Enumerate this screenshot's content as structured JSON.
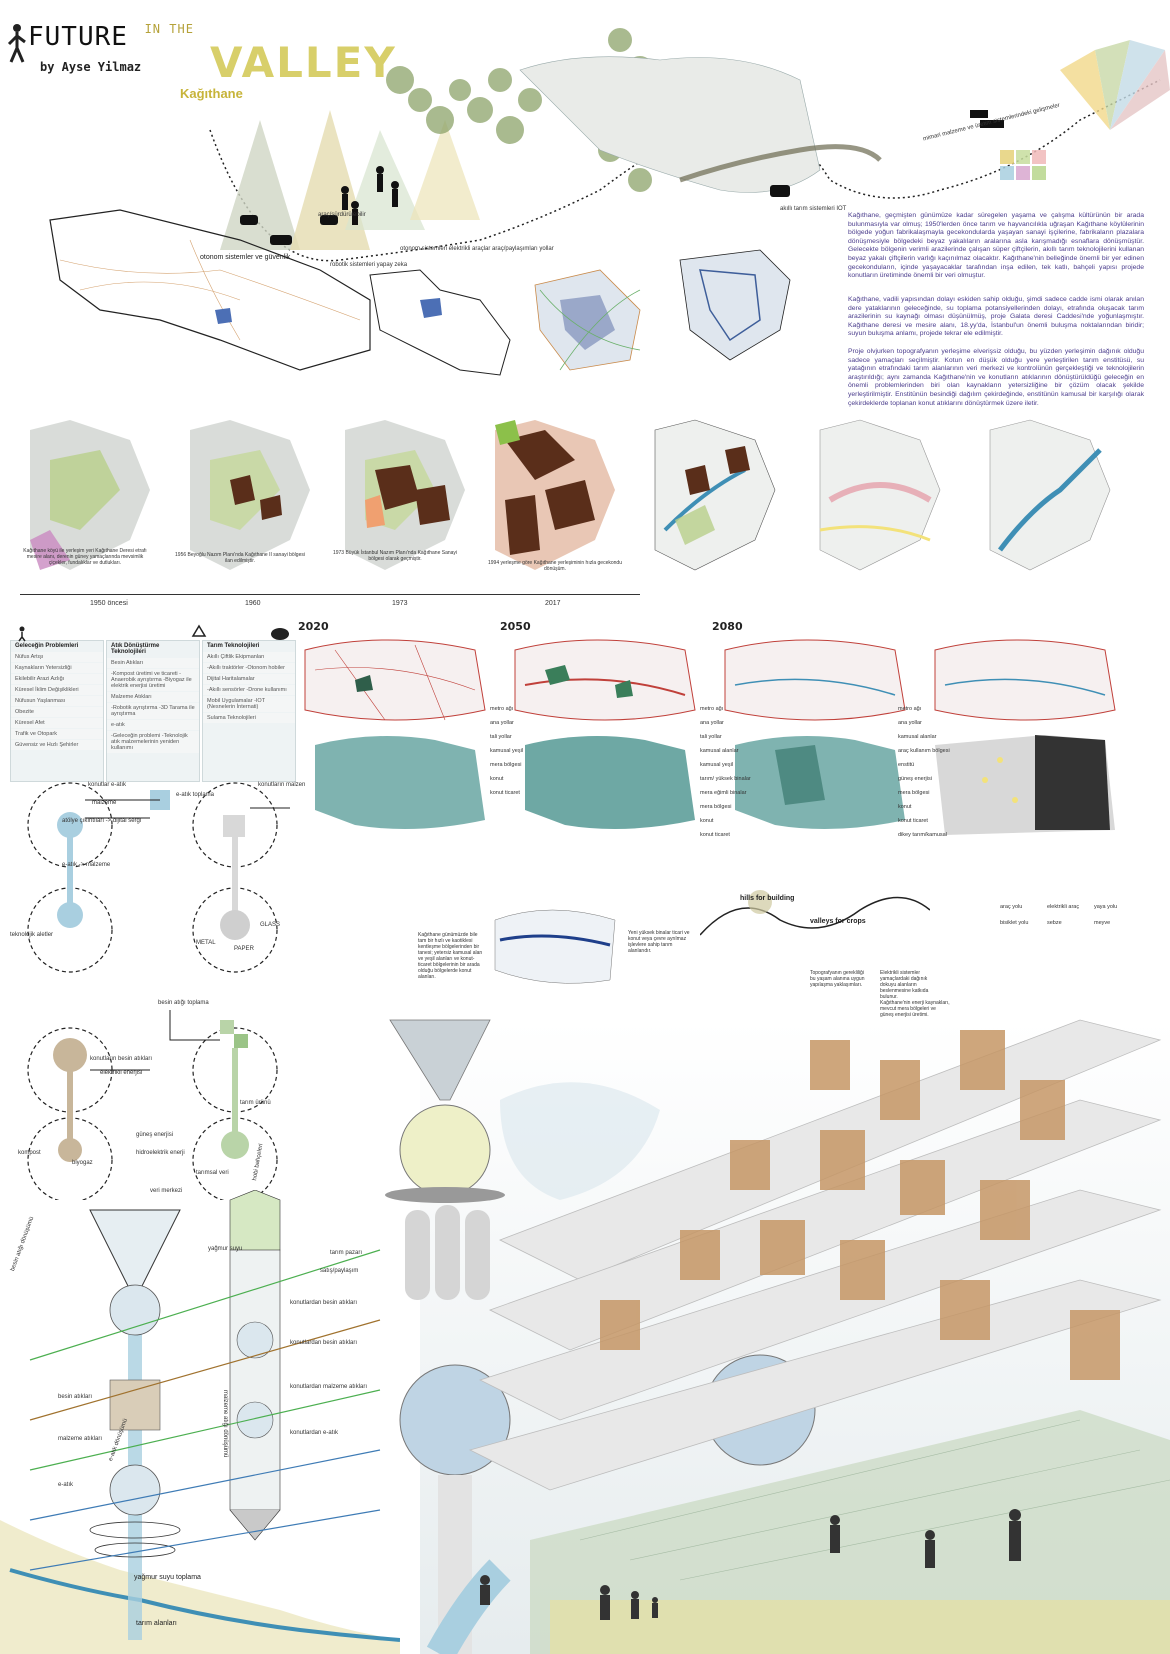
{
  "title": {
    "future": "FUTURE",
    "in_the": "IN THE",
    "valley": "VALLEY",
    "district": "Kağıthane",
    "author": "by Ayse Yilmaz"
  },
  "timeline_labels": [
    "otonom sistemler ve güvenlik",
    "araç/sürdürülebilir",
    "robotik sistemleri yapay zeka",
    "otonom sistemleri elektrikli araçlar araç/paylaşımları yollar",
    "akıllı tarım sistemleri IOT",
    "mimari malzeme ve üretim sistemlerindeki gelişmeler"
  ],
  "intro_text": [
    "Kağıthane, geçmişten günümüze kadar süregelen yaşama ve çalışma kültürünün bir arada bulunmasıyla var olmuş; 1950'lerden önce tarım ve hayvancılıkla uğraşan Kağıthane köylülerinin bölgede yoğun fabrikalaşmayla gecekondularda yaşayan sanayi işçilerine, fabrikaların plazalara dönüşmesiyle bölgedeki beyaz yakalıların aralarına asla karışmadığı esnaflara dönüşmüştür. Gelecekte bölgenin verimli arazilerinde çalışan süper çiftçilerin, akıllı tarım teknolojilerini kullanan beyaz yakalı çiftçilerin varlığı kaçınılmaz olacaktır. Kağıthane'nin belleğinde önemli bir yer edinen gecekonduların, içinde yaşayacaklar tarafından inşa edilen, tek katlı, bahçeli yapısı projede konutların üretiminde önemli bir veri olmuştur.",
    "Kağıthane, vadili yapısından dolayı eskiden sahip olduğu, şimdi sadece cadde ismi olarak anılan dere yataklarının geleceğinde, su toplama potansiyellerinden dolayı, etrafında oluşacak tarım arazilerinin su kaynağı olması düşünülmüş, proje Galata deresi Caddesi'nde yoğunlaşmıştır. Kağıthane deresi ve mesire alanı, 18.yy'da, İstanbul'un önemli buluşma noktalarından biridir; suyun buluşma anlamı, projede tekrar ele edilmiştir.",
    "Proje olvjurken topografyanın yerleşime elverişsiz olduğu, bu yüzden yerleşimin dağınık olduğu sadece yamaçları seçilmiştir. Kotun en düşük olduğu yere yerleştirilen tarım enstitüsü, su yatağının etrafındaki tarım alanlarının veri merkezi ve kontrolünün gerçekleştiği ve teknolojilerin araştırıldığı; aynı zamanda Kağıthane'nin ve konutların atıklarının dönüştürüldüğü geleceğin en önemli problemlerinden biri olan kaynakların yetersizliğine bir çözüm olacak şekilde yerleştirilmiştir. Enstitünün besindiği dağılım çekirdeğinde, enstitünün kamusal bir karşılığı olarak çekirdeklerde toplanan konut atıklarını dönüştürmek üzere iletir."
  ],
  "history_years": [
    "1950 öncesi",
    "1960",
    "1973",
    "2017"
  ],
  "history_captions": [
    "Kağıthane köyü ile yerleşim yeri Kağıthane Deresi etrafı mesire alanı, derenin güney yamaçlarında mevsimlik çiçekler, fundalıklar ve dutlukları.",
    "1956 Beyoğlu Nazım Planı'nda Kağıthane II sanayi bölgesi ilan edilmiştir.",
    "1973 Büyük İstanbul Nazım Planı'nda Kağıthane Sanayi bölgesi olarak geçmiştir.",
    "1994 yerleşme göre Kağıthane yerleşiminin hızla gecekondu dönüşüm."
  ],
  "problems": {
    "title": "Geleceğin Problemleri",
    "items": [
      "Nüfus Artışı",
      "Kaynakların Yetersizliği",
      "Ekilebilir Arazi Azlığı",
      "Küresel İklim Değişiklikleri",
      "Nüfusun Yaşlanması",
      "Obezite",
      "Küresel Afet",
      "Trafik ve Otopark",
      "Güvensiz ve Hızlı Şehirler"
    ]
  },
  "waste_tech": {
    "title": "Atık Dönüştürme Teknolojileri",
    "items": [
      "Besin Atıkları",
      "-Kompost üretimi ve ticareti -Anaerobik ayrıştırma -Biyogaz ile elektrik enerjisi üretimi",
      "Malzeme Atıkları",
      "-Robotik ayrıştırma -3D Tarama ile ayrıştırma",
      "e-atık",
      "-Geleceğin problemi -Teknolojik atık malzemelerinin yeniden kullanımı"
    ]
  },
  "agri_tech": {
    "title": "Tarım Teknolojileri",
    "items": [
      "Akıllı Çiftlik Ekipmanları",
      "-Akıllı traktörler -Otonom hobiler",
      "Dijital Haritalamalar",
      "-Akıllı sensörler -Drone kullanımı",
      "Mobil Uygulamalar -IOT (Nesnelerin İnternati)",
      "Sulama Teknolojileri"
    ]
  },
  "future_years": [
    "2020",
    "2050",
    "2080"
  ],
  "legend_left": [
    "metro ağı",
    "ana yollar",
    "tali yollar",
    "kamusal yeşil",
    "mera bölgesi",
    "konut",
    "konut ticaret"
  ],
  "legend_mid": [
    "metro ağı",
    "ana yollar",
    "tali yollar",
    "kamusal alanlar",
    "kamusal yeşil",
    "tarım/ yüksek binalar",
    "mera eğimli binalar",
    "mera bölgesi",
    "konut",
    "konut ticaret"
  ],
  "legend_right": [
    "metro ağı",
    "ana yollar",
    "kamusal alanlar",
    "araç kullanım bölgesi",
    "enstitü",
    "güneş enerjisi",
    "mera bölgesi",
    "konut",
    "konut ticaret",
    "dikey tarım/kamusal"
  ],
  "legend_far_right": [
    "araç yolu",
    "elektrikli araç",
    "yaya yolu",
    "bisiklet yolu",
    "sebze",
    "meyve"
  ],
  "section_labels": {
    "hills": "hills for building",
    "valleys": "valleys for crops"
  },
  "notes": [
    "Kağıthane günümüzde bile tam bir hızlı ve kaotiklesi kentleşme bölgelerinden bir tanesi; yetersiz kamusal alan ve yeşil alanları ve konut-ticaret bölgelerinin bir arada olduğu bölgelerde konut alanları.",
    "Yeni yüksek binalar ticari ve konut veya çevre ayrılmaz işlevlere sahip tarım alanlarıdır.",
    "Topografyanın gerekliliği bu yaşam alanına uygun yapılaşma yaklaşımları.",
    "Elektrikli sistemler yamaçlardaki dağınık dokuyu alanların beslenmesine katkıda bulunur.",
    "Kağıthane'nin enerji kaynakları, mevcut mera bölgeleri ve güneş enerjisi üretimi."
  ],
  "cycle_labels": {
    "atolye": "atölye çıkıntıları -> dijital sergi",
    "ewaste_collect": "e-atık toplama",
    "housing_ewaste": "konutlar e-atık",
    "material": "malzeme",
    "housing_material": "konutların malzen",
    "ewaste_material": "e-atık -> malzeme",
    "tech_tools": "teknolojik aletler",
    "metal": "METAL",
    "paper": "PAPER",
    "glass": "GLASS",
    "food_waste_collect": "besin atığı toplama",
    "housing_food": "konutların besin atıkları",
    "electricity": "elektrikli enerjisi",
    "compost": "kompost",
    "biogas": "biyogaz",
    "solar": "güneş enerjisi",
    "hydro": "hidroelektrik enerji",
    "agri_data": "tarımsal veri",
    "agri_product": "tarım ürünü"
  },
  "section_diagram": {
    "rain_collect": "yağmur suyu toplama",
    "rain": "yağmur suyu",
    "hobby_gardens": "hobi bahçeleri",
    "agri_area": "tarım alanları",
    "market": "tarım pazarı",
    "data_center": "veri merkezi",
    "labels": [
      "konutlardan besin atıkları",
      "konutlardan besin atıkları",
      "konutlardan malzeme atıkları",
      "konutlardan e-atık",
      "besin atıkları",
      "malzeme atıkları",
      "e-atık",
      "besin atığı dönüşümü",
      "e-atık dönüşümü",
      "malzeme atığı dönüşümü",
      "satış/paylaşım"
    ]
  },
  "colors": {
    "accent_yellow": "#d8cf6a",
    "text_purple": "#4a3c8c",
    "map_brown": "#5a2e1a",
    "map_green": "#9bc46a",
    "road_red": "#c0403a",
    "water_blue": "#3f8fb5",
    "topo_teal": "#7fb3b0"
  }
}
